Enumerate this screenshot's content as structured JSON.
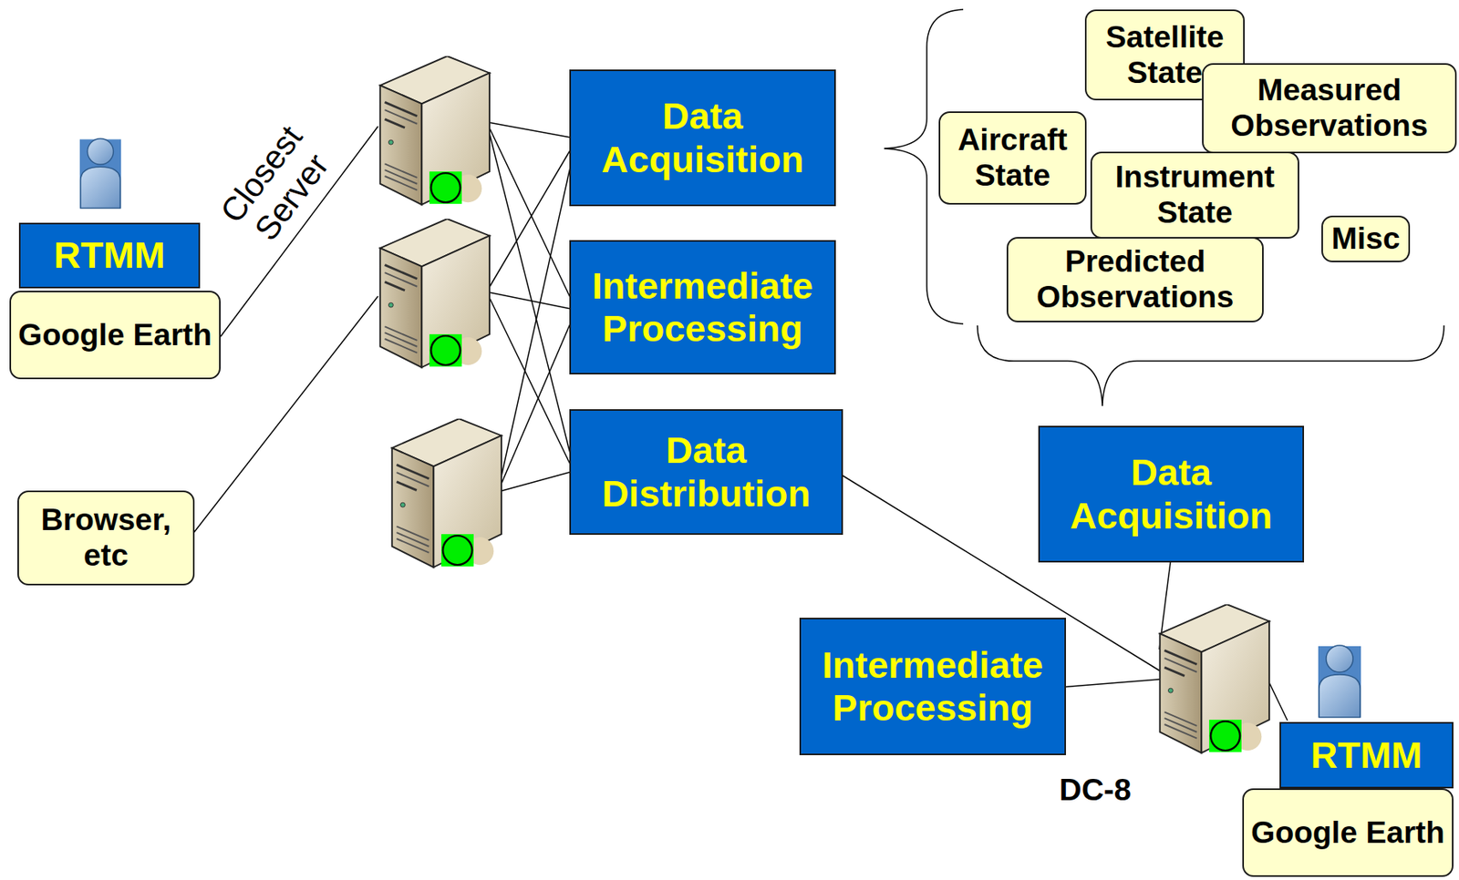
{
  "diagram": {
    "nodes": [
      {
        "text": [
          "RTMM"
        ]
      },
      {
        "text": [
          "Google Earth"
        ]
      },
      {
        "text": [
          "Browser, etc"
        ]
      },
      {
        "text": [
          "Data Acquisition"
        ]
      },
      {
        "text": [
          "Intermediate Processing"
        ]
      },
      {
        "text": [
          "Data Distribution"
        ]
      },
      {
        "text": [
          "Satellite State"
        ]
      },
      {
        "text": [
          "Measured Observations"
        ]
      },
      {
        "text": [
          "Aircraft State"
        ]
      },
      {
        "text": [
          "Instrument State"
        ]
      },
      {
        "text": [
          "Predicted Observations"
        ]
      },
      {
        "text": [
          "Misc"
        ]
      },
      {
        "text": [
          "Data Acquisition"
        ]
      },
      {
        "text": [
          "Intermediate Processing"
        ]
      },
      {
        "text": [
          "RTMM"
        ]
      },
      {
        "text": [
          "Google Earth"
        ]
      }
    ],
    "labels": [
      "Closest Server",
      "DC-8"
    ]
  }
}
